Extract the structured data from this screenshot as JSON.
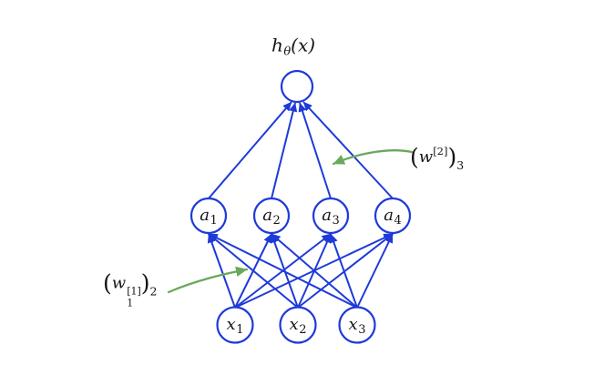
{
  "output_label": {
    "base": "h",
    "sub": "θ",
    "rest": "(x)"
  },
  "hidden_nodes": [
    {
      "base": "a",
      "sub": "1"
    },
    {
      "base": "a",
      "sub": "2"
    },
    {
      "base": "a",
      "sub": "3"
    },
    {
      "base": "a",
      "sub": "4"
    }
  ],
  "input_nodes": [
    {
      "base": "x",
      "sub": "1"
    },
    {
      "base": "x",
      "sub": "2"
    },
    {
      "base": "x",
      "sub": "3"
    }
  ],
  "annotations": {
    "layer2_weight": {
      "open": "(",
      "base": "w",
      "sup": "[2]",
      "close": ")",
      "sub": "3"
    },
    "layer1_weight": {
      "open": "(",
      "base": "w",
      "sub": "1",
      "sup": "[1]",
      "close": ")",
      "outer_sub": "2"
    }
  },
  "colors": {
    "edge": "#1e3ad8",
    "annotation_arrow": "#6aa85c",
    "text": "#141414",
    "node_fill": "#ffffff",
    "bg": "#ffffff"
  }
}
